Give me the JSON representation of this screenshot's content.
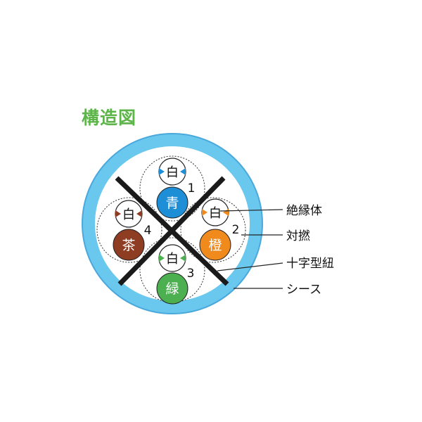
{
  "title": "構造図",
  "colors": {
    "title": "#5db54a",
    "sheath": "#6ac8ee",
    "sheath_outline": "#4aa8dc",
    "filler": "#1a1a1a",
    "line": "#222222",
    "pair_blue": "#1e8ed6",
    "pair_orange": "#f08a1c",
    "pair_green": "#4caf50",
    "pair_brown": "#8e3c22"
  },
  "pairs": [
    {
      "number": "1",
      "white_label": "白",
      "color_label": "青",
      "color_key": "pair_blue"
    },
    {
      "number": "2",
      "white_label": "白",
      "color_label": "橙",
      "color_key": "pair_orange"
    },
    {
      "number": "3",
      "white_label": "白",
      "color_label": "緑",
      "color_key": "pair_green"
    },
    {
      "number": "4",
      "white_label": "白",
      "color_label": "茶",
      "color_key": "pair_brown"
    }
  ],
  "callouts": {
    "insulation": "絶縁体",
    "twisted_pair": "対撚",
    "cross_filler": "十字型紐",
    "sheath": "シース"
  }
}
